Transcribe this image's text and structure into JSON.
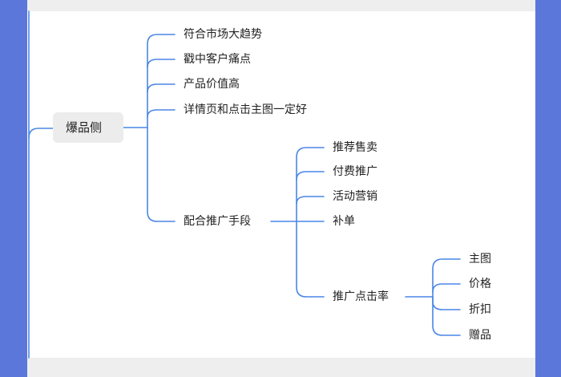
{
  "root": "爆品侧",
  "branches": [
    {
      "label": "符合市场大趋势"
    },
    {
      "label": "戳中客户痛点"
    },
    {
      "label": "产品价值高"
    },
    {
      "label": "详情页和点击主图一定好"
    },
    {
      "label": "配合推广手段",
      "children": [
        {
          "label": "推荐售卖"
        },
        {
          "label": "付费推广"
        },
        {
          "label": "活动营销"
        },
        {
          "label": "补单"
        },
        {
          "label": "推广点击率",
          "children": [
            {
              "label": "主图"
            },
            {
              "label": "价格"
            },
            {
              "label": "折扣"
            },
            {
              "label": "赠品"
            }
          ]
        }
      ]
    }
  ],
  "colors": {
    "line": "#4a86e8",
    "frame": "#5b77d9",
    "root_box": "#ececec"
  }
}
